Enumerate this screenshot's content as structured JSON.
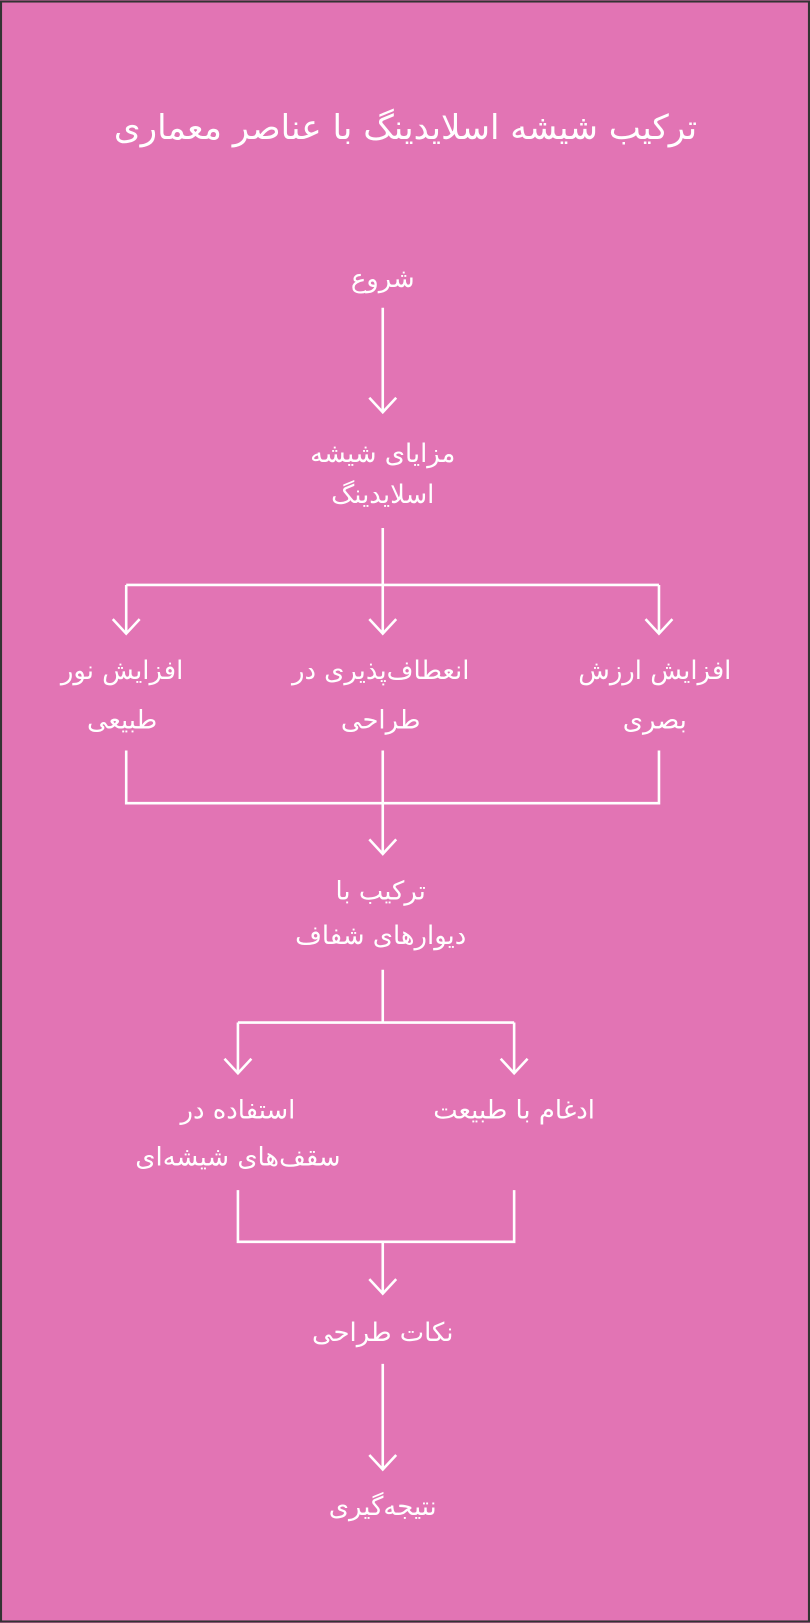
{
  "title": "ترکیب شیشه اسلایدینگ با عناصر معماری",
  "colors": {
    "background": "#E274B4",
    "line": "#FFFFFF",
    "border": "#333333"
  },
  "nodes": {
    "start": "شروع",
    "benefits": [
      "مزایای شیشه",
      "اسلایدینگ"
    ],
    "visual_value": [
      "افزایش ارزش",
      "بصری"
    ],
    "flexibility": [
      "انعطاف‌پذیری در",
      "طراحی"
    ],
    "natural_light": [
      "افزایش نور",
      "طبیعی"
    ],
    "transparent_walls": [
      "ترکیب با",
      "دیوارهای شفاف"
    ],
    "nature": "ادغام با طبیعت",
    "glass_ceilings": [
      "استفاده در",
      "سقف‌های شیشه‌ای"
    ],
    "design_tips": "نکات طراحی",
    "conclusion": "نتیجه‌گیری"
  }
}
